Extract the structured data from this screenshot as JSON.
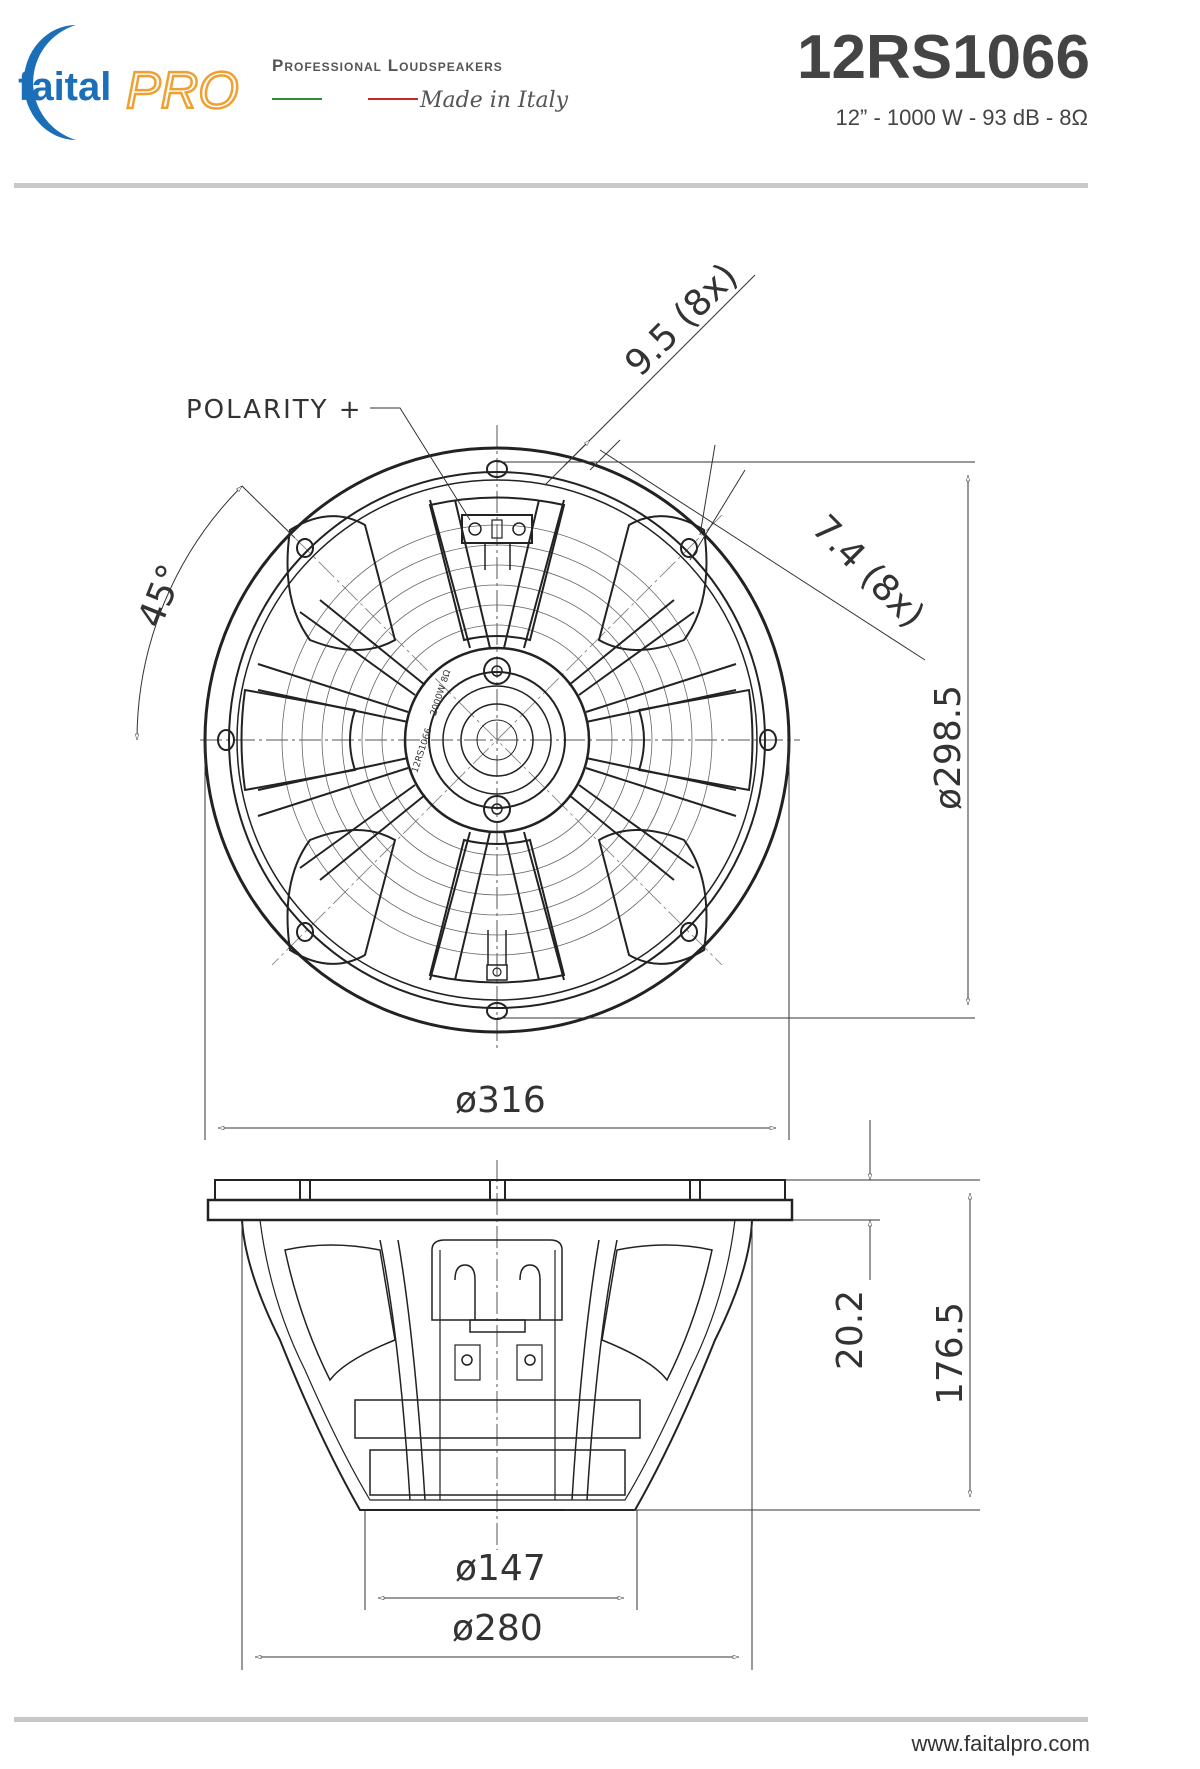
{
  "header": {
    "brand_left": "faital",
    "brand_right": "PRO",
    "tagline": "Professional Loudspeakers",
    "made_in": "Made in Italy",
    "model": "12RS1066",
    "specs": "12” - 1000 W - 93 dB - 8Ω"
  },
  "dimensions": {
    "hole_diameter": "9.5 (8x)",
    "hole_diameter_2": "7.4 (8x)",
    "angle": "45°",
    "polarity": "POLARITY +",
    "bolt_circle": "ø298.5",
    "outer_diameter": "ø316",
    "flange_thickness": "20.2",
    "depth": "176.5",
    "magnet_diameter": "ø147",
    "cutout_diameter": "ø280"
  },
  "magnet_label": [
    "12RS1066",
    "2000W",
    "8Ω"
  ],
  "footer": {
    "url": "www.faitalpro.com"
  },
  "colors": {
    "brand_blue": "#1b6fb8",
    "brand_orange": "#f0a030",
    "line": "#222222"
  }
}
